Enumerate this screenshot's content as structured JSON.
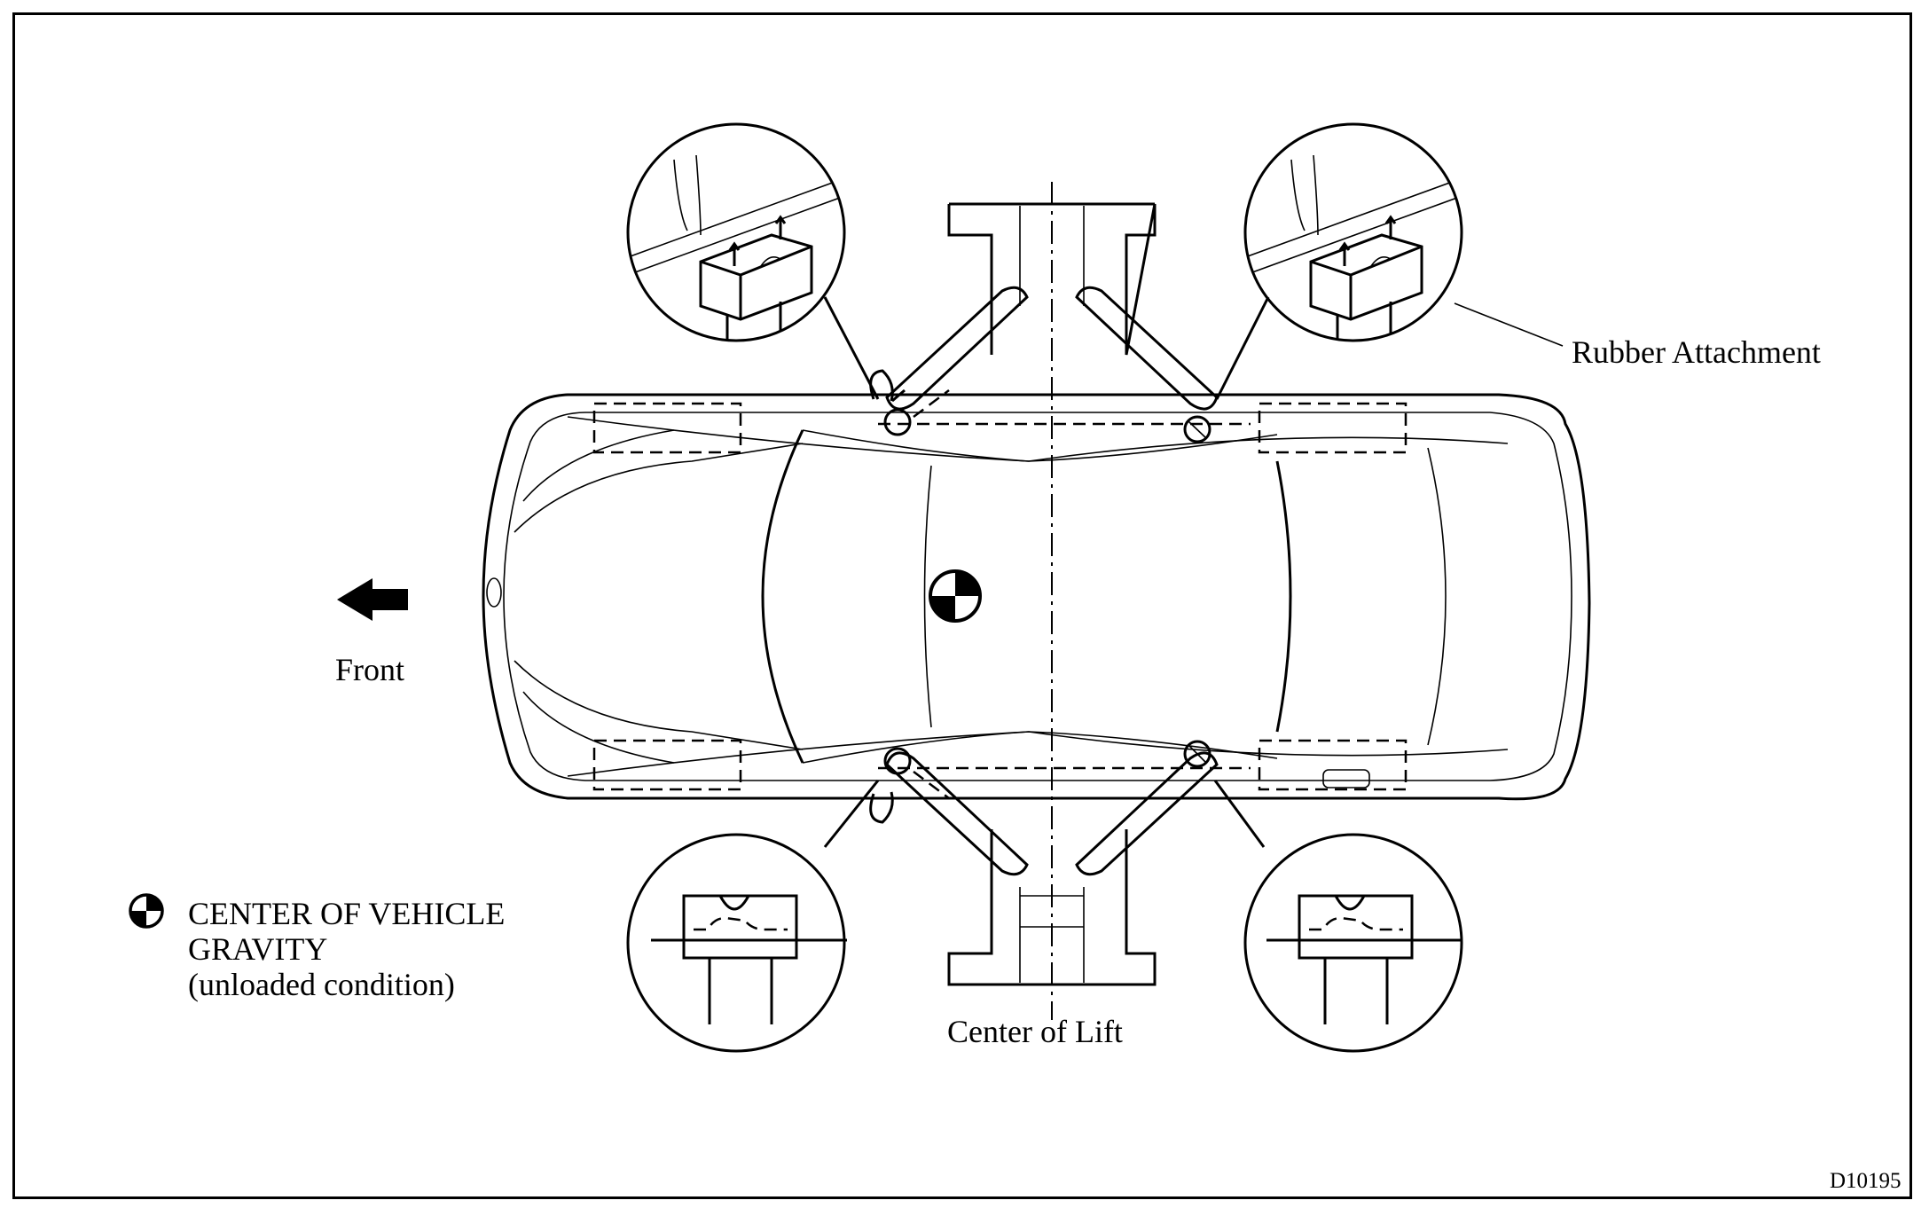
{
  "labels": {
    "rubber_attachment": "Rubber Attachment",
    "front": "Front",
    "center_of_lift": "Center of Lift",
    "cog_line1": "CENTER OF VEHICLE",
    "cog_line2": "GRAVITY",
    "cog_line3": "(unloaded condition)",
    "figure_id": "D10195"
  },
  "icons": {
    "front_arrow": "arrow-left-icon",
    "center_of_gravity": "center-of-gravity-icon"
  },
  "colors": {
    "ink": "#000000",
    "background": "#ffffff"
  }
}
